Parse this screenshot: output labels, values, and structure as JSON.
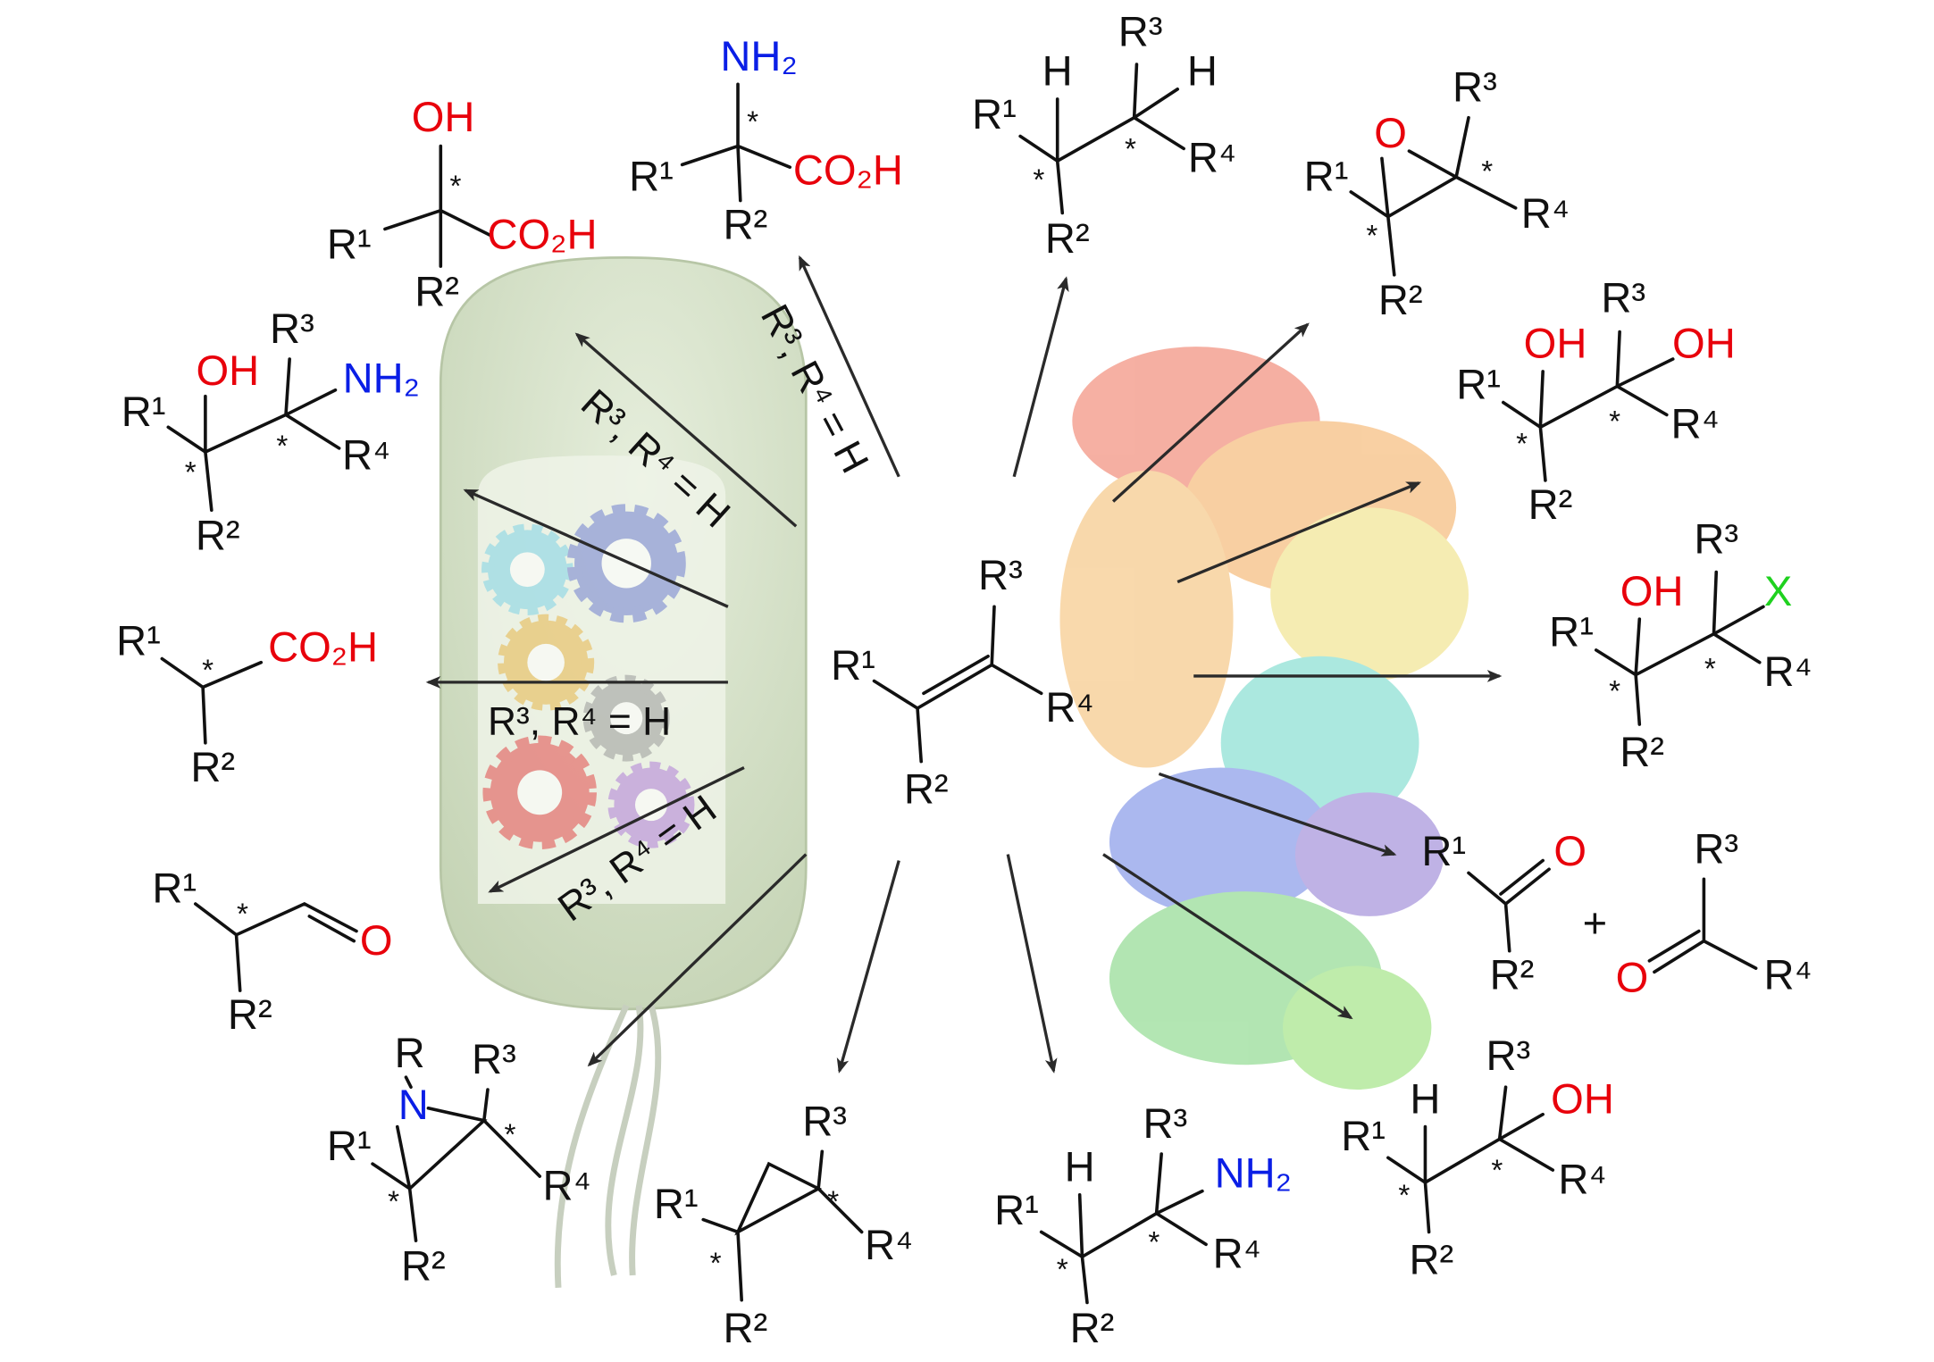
{
  "stereo_marker": "*",
  "condition": "R³, R⁴ = H",
  "substrate": {
    "r1": "R¹",
    "r2": "R²",
    "r3": "R³",
    "r4": "R⁴"
  },
  "hydroxy_acid": {
    "oh": "OH",
    "r1": "R¹",
    "co2h": "CO₂H",
    "r2": "R²"
  },
  "amino_acid": {
    "nh2": "NH₂",
    "r1": "R¹",
    "co2h": "CO₂H",
    "r2": "R²"
  },
  "amino_alcohol": {
    "r1": "R¹",
    "oh": "OH",
    "r3": "R³",
    "nh2": "NH₂",
    "r4": "R⁴",
    "r2": "R²"
  },
  "carboxylic_acid": {
    "r1": "R¹",
    "co2h": "CO₂H",
    "r2": "R²"
  },
  "aldehyde": {
    "r1": "R¹",
    "o": "O",
    "r2": "R²"
  },
  "aziridine": {
    "r": "R",
    "n": "N",
    "r3": "R³",
    "r1": "R¹",
    "r4": "R⁴",
    "r2": "R²"
  },
  "cyclopropane": {
    "r3": "R³",
    "r1": "R¹",
    "r4": "R⁴",
    "r2": "R²"
  },
  "amine": {
    "h": "H",
    "r3": "R³",
    "nh2": "NH₂",
    "r1": "R¹",
    "r4": "R⁴",
    "r2": "R²"
  },
  "alcohol": {
    "h": "H",
    "r3": "R³",
    "oh": "OH",
    "r1": "R¹",
    "r4": "R⁴",
    "r2": "R²"
  },
  "cleavage": {
    "r1": "R¹",
    "o1": "O",
    "r2": "R²",
    "plus": "+",
    "r3": "R³",
    "o2": "O",
    "r4": "R⁴"
  },
  "halohydrin": {
    "r3": "R³",
    "oh": "OH",
    "x": "X",
    "r1": "R¹",
    "r4": "R⁴",
    "r2": "R²"
  },
  "diol": {
    "r3": "R³",
    "oh1": "OH",
    "oh2": "OH",
    "r1": "R¹",
    "r4": "R⁴",
    "r2": "R²"
  },
  "epoxide": {
    "r3": "R³",
    "o": "O",
    "r1": "R¹",
    "r4": "R⁴",
    "r2": "R²"
  },
  "alkane": {
    "h1": "H",
    "r3": "R³",
    "h2": "H",
    "r1": "R¹",
    "r4": "R⁴",
    "r2": "R²"
  },
  "colors": {
    "oxygen": "#e8000b",
    "nitrogen": "#0a1ee6",
    "halogen": "#1fd11f",
    "cell": "#d5e0c8"
  }
}
